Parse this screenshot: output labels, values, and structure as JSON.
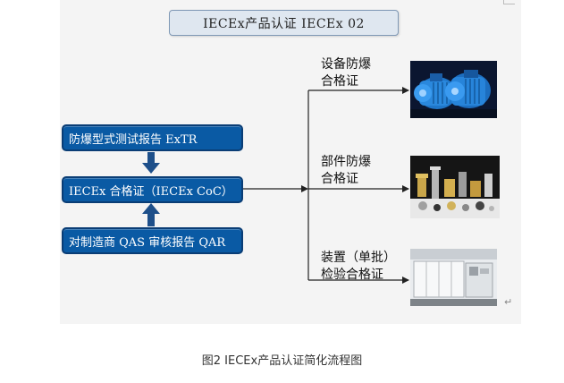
{
  "title": "IECEx产品认证  IECEx 02",
  "boxes": {
    "extr": "防爆型式测试报告 ExTR",
    "coc": "IECEx 合格证（IECEx CoC）",
    "qar": "对制造商 QAS 审核报告 QAR"
  },
  "outputs": {
    "equipment": {
      "line1": "设备防爆",
      "line2": "合格证"
    },
    "component": {
      "line1": "部件防爆",
      "line2": "合格证"
    },
    "device": {
      "line1": "装置（单批）",
      "line2": "检验合格证"
    }
  },
  "caption": "图2 IECEx产品认证简化流程图",
  "return_mark": "↵",
  "colors": {
    "box_fill": "#0a5aa4",
    "box_border": "#0a3d75",
    "title_fill": "#dfe7f0",
    "title_border": "#7f98b5",
    "arrow": "#1d4f8a",
    "connector": "#222222"
  }
}
